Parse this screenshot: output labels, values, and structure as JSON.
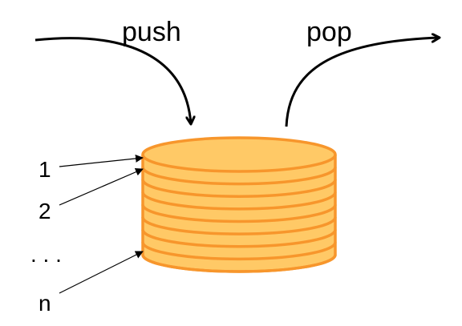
{
  "operations": {
    "push": "push",
    "pop": "pop"
  },
  "indices": [
    "1",
    "2",
    ". . .",
    "n"
  ],
  "stack": {
    "plate_count": 9
  },
  "colors": {
    "plate_fill": "#ffc966",
    "plate_stroke": "#f7962c",
    "arrow": "#000000"
  },
  "icons": {
    "push_arrow": "curved-arrow-down",
    "pop_arrow": "curved-arrow-up-right",
    "element_pointer": "straight-arrow"
  }
}
